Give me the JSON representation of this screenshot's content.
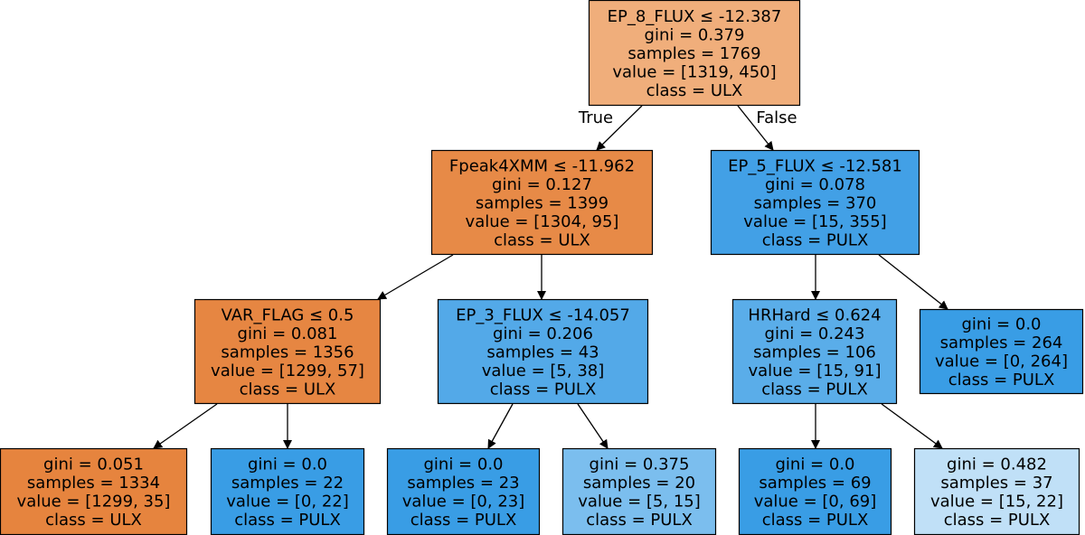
{
  "tree": {
    "nodes": [
      {
        "id": "n0",
        "lines": [
          "EP_8_FLUX ≤ -12.387",
          "gini = 0.379",
          "samples = 1769",
          "value = [1319, 450]",
          "class = ULX"
        ],
        "color": "#f0ae7b"
      },
      {
        "id": "n1",
        "lines": [
          "Fpeak4XMM ≤ -11.962",
          "gini = 0.127",
          "samples = 1399",
          "value = [1304, 95]",
          "class = ULX"
        ],
        "color": "#e78a47"
      },
      {
        "id": "n2",
        "lines": [
          "EP_5_FLUX ≤ -12.581",
          "gini = 0.078",
          "samples = 370",
          "value = [15, 355]",
          "class = PULX"
        ],
        "color": "#42a0e6"
      },
      {
        "id": "n3",
        "lines": [
          "VAR_FLAG ≤ 0.5",
          "gini = 0.081",
          "samples = 1356",
          "value = [1299, 57]",
          "class = ULX"
        ],
        "color": "#e68642"
      },
      {
        "id": "n4",
        "lines": [
          "EP_3_FLUX ≤ -14.057",
          "gini = 0.206",
          "samples = 43",
          "value = [5, 38]",
          "class = PULX"
        ],
        "color": "#53a9e8"
      },
      {
        "id": "n5",
        "lines": [
          "HRHard ≤ 0.624",
          "gini = 0.243",
          "samples = 106",
          "value = [15, 91]",
          "class = PULX"
        ],
        "color": "#5aade9"
      },
      {
        "id": "n6",
        "lines": [
          "gini = 0.0",
          "samples = 264",
          "value = [0, 264]",
          "class = PULX"
        ],
        "color": "#399de5"
      },
      {
        "id": "n7",
        "lines": [
          "gini = 0.051",
          "samples = 1334",
          "value = [1299, 35]",
          "class = ULX"
        ],
        "color": "#e6843e"
      },
      {
        "id": "n8",
        "lines": [
          "gini = 0.0",
          "samples = 22",
          "value = [0, 22]",
          "class = PULX"
        ],
        "color": "#399de5"
      },
      {
        "id": "n9",
        "lines": [
          "gini = 0.0",
          "samples = 23",
          "value = [0, 23]",
          "class = PULX"
        ],
        "color": "#399de5"
      },
      {
        "id": "n10",
        "lines": [
          "gini = 0.375",
          "samples = 20",
          "value = [5, 15]",
          "class = PULX"
        ],
        "color": "#7bbeee"
      },
      {
        "id": "n11",
        "lines": [
          "gini = 0.0",
          "samples = 69",
          "value = [0, 69]",
          "class = PULX"
        ],
        "color": "#399de5"
      },
      {
        "id": "n12",
        "lines": [
          "gini = 0.482",
          "samples = 37",
          "value = [15, 22]",
          "class = PULX"
        ],
        "color": "#c0e0f7"
      }
    ],
    "edges": [
      {
        "from": "n0",
        "to": "n1",
        "label": "True"
      },
      {
        "from": "n0",
        "to": "n2",
        "label": "False"
      },
      {
        "from": "n1",
        "to": "n3",
        "label": ""
      },
      {
        "from": "n1",
        "to": "n4",
        "label": ""
      },
      {
        "from": "n2",
        "to": "n5",
        "label": ""
      },
      {
        "from": "n2",
        "to": "n6",
        "label": ""
      },
      {
        "from": "n3",
        "to": "n7",
        "label": ""
      },
      {
        "from": "n3",
        "to": "n8",
        "label": ""
      },
      {
        "from": "n4",
        "to": "n9",
        "label": ""
      },
      {
        "from": "n4",
        "to": "n10",
        "label": ""
      },
      {
        "from": "n5",
        "to": "n11",
        "label": ""
      },
      {
        "from": "n5",
        "to": "n12",
        "label": ""
      }
    ]
  }
}
